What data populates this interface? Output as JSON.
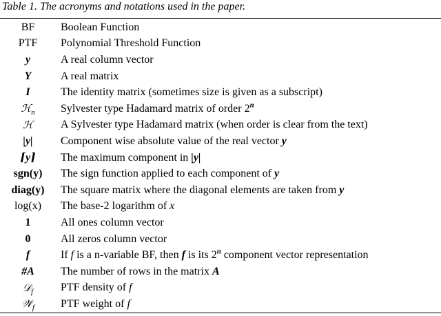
{
  "caption": "Table 1. The acronyms and notations used in the paper.",
  "rows": [
    {
      "symbol": "BF",
      "desc": "Boolean Function"
    },
    {
      "symbol": "PTF",
      "desc": "Polynomial Threshold Function"
    },
    {
      "symbol": "y",
      "desc": "A real column vector"
    },
    {
      "symbol": "Y",
      "desc": "A real matrix"
    },
    {
      "symbol": "I",
      "desc": "The identity matrix (sometimes size is given as a subscript)"
    },
    {
      "symbol": "ℋ",
      "symbol_sub": "n",
      "desc": "Sylvester type Hadamard matrix of order 2",
      "desc_sup": "n"
    },
    {
      "symbol": "ℋ",
      "desc": "A Sylvester type Hadamard matrix (when order is clear from the text)"
    },
    {
      "symbol": "|y|",
      "desc": "Component wise absolute value of the real vector",
      "desc_tail": "y"
    },
    {
      "symbol": "⌈y⌉",
      "desc": "The maximum component in",
      "desc_tail": "|y|"
    },
    {
      "symbol": "sgn(y)",
      "desc": "The sign function applied to each component of",
      "desc_tail": "y"
    },
    {
      "symbol": "diag(y)",
      "desc": "The square matrix where the diagonal elements are taken from",
      "desc_tail": "y"
    },
    {
      "symbol": "log(x)",
      "desc": "The base-2 logarithm of",
      "desc_tail": "x"
    },
    {
      "symbol": "1",
      "desc": "All ones  column vector"
    },
    {
      "symbol": "0",
      "desc": "All zeros column vector"
    },
    {
      "symbol": "f",
      "desc_pre": "If",
      "desc_a": "f",
      "desc_b": "is a n-variable BF, then",
      "desc_c": "f",
      "desc_d": "is its 2",
      "desc_sup": "n",
      "desc_e": "component vector representation"
    },
    {
      "symbol": "#A",
      "desc": "The number of rows in the matrix",
      "desc_tail": "A"
    },
    {
      "symbol": "𝒟",
      "symbol_sub": "f",
      "desc": "PTF density of",
      "desc_tail": "f"
    },
    {
      "symbol": "𝒲",
      "symbol_sub": "f",
      "desc": "PTF weight of",
      "desc_tail": "f"
    }
  ]
}
